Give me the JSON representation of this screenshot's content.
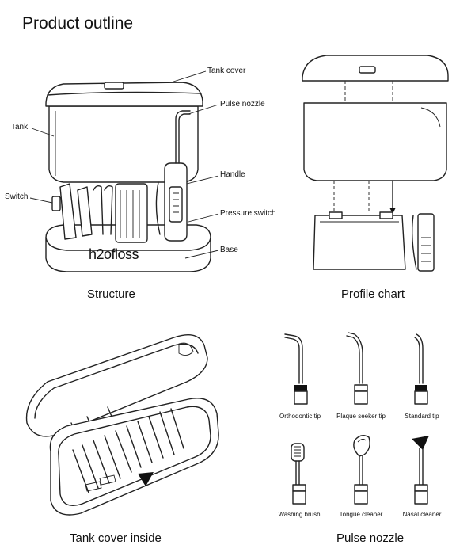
{
  "page": {
    "title": "Product outline"
  },
  "structure": {
    "caption": "Structure",
    "brand": "h2ofloss",
    "labels": {
      "tank_cover": "Tank cover",
      "pulse_nozzle": "Pulse nozzle",
      "tank": "Tank",
      "handle": "Handle",
      "switch": "Switch",
      "pressure_switch": "Pressure switch",
      "base": "Base"
    }
  },
  "profile": {
    "caption": "Profile chart"
  },
  "tank_inside": {
    "caption": "Tank cover inside"
  },
  "pulse_nozzle": {
    "caption": "Pulse nozzle",
    "tips": [
      "Orthodontic tip",
      "Plaque seeker tip",
      "Standard tip",
      "Washing brush",
      "Tongue cleaner",
      "Nasal cleaner"
    ]
  }
}
